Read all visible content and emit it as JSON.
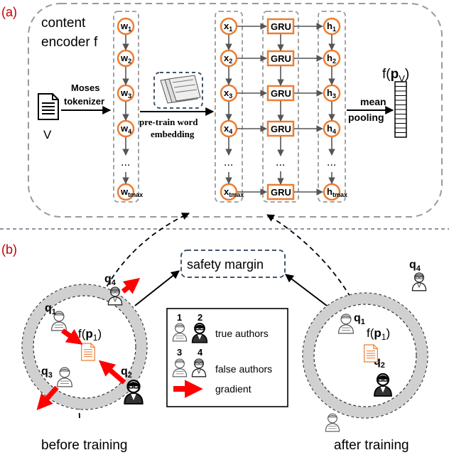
{
  "panel_a": {
    "label": "(a)",
    "title_line1": "content",
    "title_line2": "encoder f",
    "doc_label": "V",
    "tokenizer_line1": "Moses",
    "tokenizer_line2": "tokenizer",
    "embedding_line1": "pre-train word",
    "embedding_line2": "embedding",
    "mean_line1": "mean",
    "mean_line2": "pooling",
    "output_prefix": "f(",
    "output_symbol": "p",
    "output_sub": "V",
    "output_suffix": ")",
    "w_nodes": [
      {
        "main": "w",
        "sub": "1"
      },
      {
        "main": "w",
        "sub": "2"
      },
      {
        "main": "w",
        "sub": "3"
      },
      {
        "main": "w",
        "sub": "4"
      },
      {
        "main": "...",
        "sub": ""
      },
      {
        "main": "w",
        "sub": "tmax"
      }
    ],
    "x_nodes": [
      {
        "main": "x",
        "sub": "1"
      },
      {
        "main": "x",
        "sub": "2"
      },
      {
        "main": "x",
        "sub": "3"
      },
      {
        "main": "x",
        "sub": "4"
      },
      {
        "main": "...",
        "sub": ""
      },
      {
        "main": "x",
        "sub": "tmax"
      }
    ],
    "gru_label": "GRU",
    "dots": "...",
    "h_nodes": [
      {
        "main": "h",
        "sub": "1"
      },
      {
        "main": "h",
        "sub": "2"
      },
      {
        "main": "h",
        "sub": "3"
      },
      {
        "main": "h",
        "sub": "4"
      },
      {
        "main": "...",
        "sub": ""
      },
      {
        "main": "h",
        "sub": "tmax"
      }
    ]
  },
  "panel_b": {
    "label": "(b)",
    "safety_margin": "safety margin",
    "before_caption": "before training",
    "after_caption": "after training",
    "f_prefix": "f(",
    "f_symbol": "p",
    "f_sub": "1",
    "f_suffix": ")",
    "q_main": "q",
    "q_subs": [
      "1",
      "2",
      "3",
      "4"
    ],
    "legend": {
      "n1": "1",
      "n2": "2",
      "n3": "3",
      "n4": "4",
      "true_authors": "true authors",
      "false_authors": "false authors",
      "gradient": "gradient"
    }
  },
  "colors": {
    "orange": "#ed7d31",
    "red": "#ff0000",
    "gray_ring": "#d0d0d0",
    "dashed": "#999999",
    "margin_box": "#44546a"
  },
  "icons": [
    "document-icon",
    "embedding-stack-icon",
    "author-icon",
    "mean-pooling-vector-icon"
  ]
}
